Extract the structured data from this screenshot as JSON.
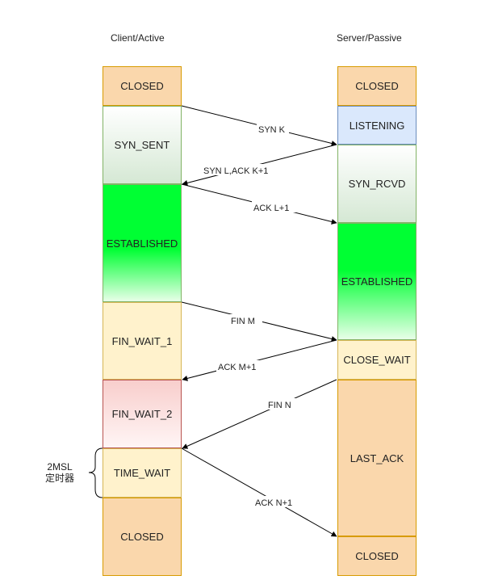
{
  "columns": {
    "client": "Client/Active",
    "server": "Server/Passive"
  },
  "client_states": [
    {
      "label": "CLOSED",
      "fill": "#fad7ac"
    },
    {
      "label": "SYN_SENT",
      "fill": "#d5e8d4"
    },
    {
      "label": "ESTABLISHED",
      "fill": "#00ff33"
    },
    {
      "label": "FIN_WAIT_1",
      "fill": "#fff2cc"
    },
    {
      "label": "FIN_WAIT_2",
      "fill": "#f8cecc"
    },
    {
      "label": "TIME_WAIT",
      "fill": "#fff2cc"
    },
    {
      "label": "CLOSED",
      "fill": "#fad7ac"
    }
  ],
  "server_states": [
    {
      "label": "CLOSED",
      "fill": "#fad7ac"
    },
    {
      "label": "LISTENING",
      "fill": "#dae8fc"
    },
    {
      "label": "SYN_RCVD",
      "fill": "#d5e8d4"
    },
    {
      "label": "ESTABLISHED",
      "fill": "#00ff33"
    },
    {
      "label": "CLOSE_WAIT",
      "fill": "#fff2cc"
    },
    {
      "label": "LAST_ACK",
      "fill": "#fad7ac"
    },
    {
      "label": "CLOSED",
      "fill": "#fad7ac"
    }
  ],
  "messages": [
    {
      "label": "SYN K",
      "direction": "client-to-server"
    },
    {
      "label": "SYN L,ACK K+1",
      "direction": "server-to-client"
    },
    {
      "label": "ACK L+1",
      "direction": "client-to-server"
    },
    {
      "label": "FIN M",
      "direction": "client-to-server"
    },
    {
      "label": "ACK M+1",
      "direction": "server-to-client"
    },
    {
      "label": "FIN N",
      "direction": "server-to-client"
    },
    {
      "label": "ACK N+1",
      "direction": "client-to-server"
    }
  ],
  "timer": {
    "line1": "2MSL",
    "line2": "定时器"
  }
}
